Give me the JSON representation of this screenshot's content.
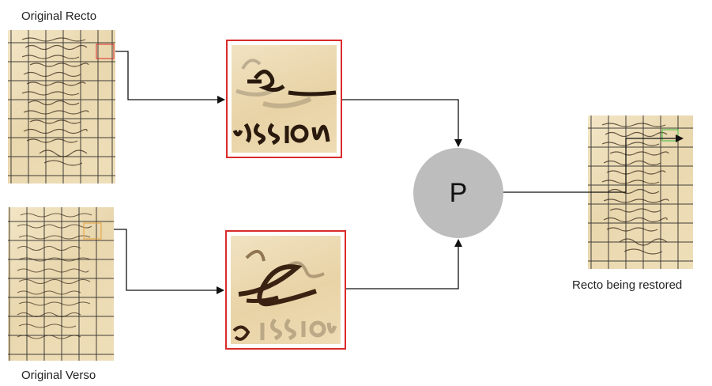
{
  "labels": {
    "original_recto": "Original Recto",
    "original_verso": "Original Verso",
    "recto_restored": "Recto being restored",
    "process_node": "P"
  },
  "colors": {
    "crop_border": "#d92b2b",
    "process_node_fill": "#bdbdbd",
    "arrow": "#111111",
    "grid_line": "#222222",
    "parchment": "#ecdcb6"
  }
}
